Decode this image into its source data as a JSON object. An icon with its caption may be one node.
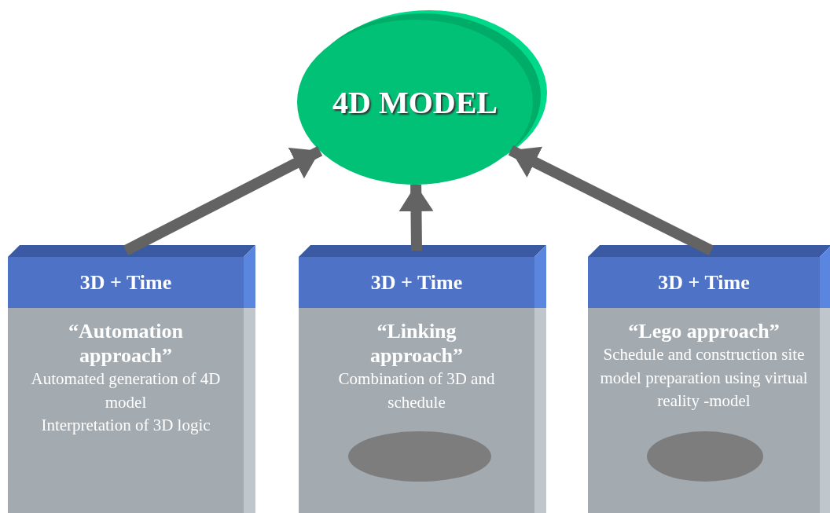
{
  "diagram": {
    "nodes": [
      {
        "text": [
          "4D MODEL"
        ]
      },
      {
        "text": [
          "3D + Time",
          "“Automation approach”",
          "Automated generation of 4D model",
          "Interpretation of 3D logic"
        ]
      },
      {
        "text": [
          "3D + Time",
          "“Linking approach”",
          "Combination of 3D and schedule"
        ]
      },
      {
        "text": [],
        "shape": "ellipse",
        "in": 2
      },
      {
        "text": [
          "3D + Time",
          "“Lego approach”",
          "Schedule and construction site model preparation using virtual reality -model"
        ]
      },
      {
        "text": [],
        "shape": "ellipse",
        "in": 4
      }
    ],
    "edges": [
      {
        "from": 1,
        "to": 0,
        "arrow": "to"
      },
      {
        "from": 2,
        "to": 0,
        "arrow": "to"
      },
      {
        "from": 4,
        "to": 0,
        "arrow": "to"
      }
    ]
  }
}
